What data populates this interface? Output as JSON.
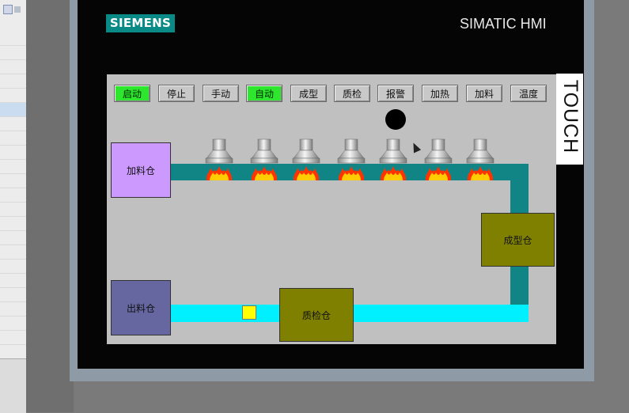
{
  "hmi": {
    "brand": "SIEMENS",
    "product": "SIMATIC HMI",
    "side_label": "TOUCH"
  },
  "controls": [
    {
      "label": "启动",
      "active": true
    },
    {
      "label": "停止",
      "active": false
    },
    {
      "label": "手动",
      "active": false
    },
    {
      "label": "自动",
      "active": true
    },
    {
      "label": "成型",
      "active": false
    },
    {
      "label": "质检",
      "active": false
    },
    {
      "label": "报警",
      "active": false
    },
    {
      "label": "加热",
      "active": false
    },
    {
      "label": "加料",
      "active": false
    },
    {
      "label": "温度",
      "active": false
    }
  ],
  "tanks": {
    "feed": "加料仓",
    "mold": "成型仓",
    "qc": "质检仓",
    "out": "出料仓"
  },
  "colors": {
    "active_button": "#2ee62e",
    "pipe_teal": "#118585",
    "pipe_cyan": "#00f0ff",
    "feed_tank": "#cc99ff",
    "mold_tank": "#808000",
    "qc_tank": "#808000",
    "out_tank": "#6666a0",
    "product": "#ffff00",
    "alarm_lamp": "#000000"
  },
  "icons": {
    "heater": "burner-flame-icon",
    "alarm": "alarm-lamp-icon",
    "cursor": "mouse-cursor-icon",
    "product": "product-block-icon"
  }
}
